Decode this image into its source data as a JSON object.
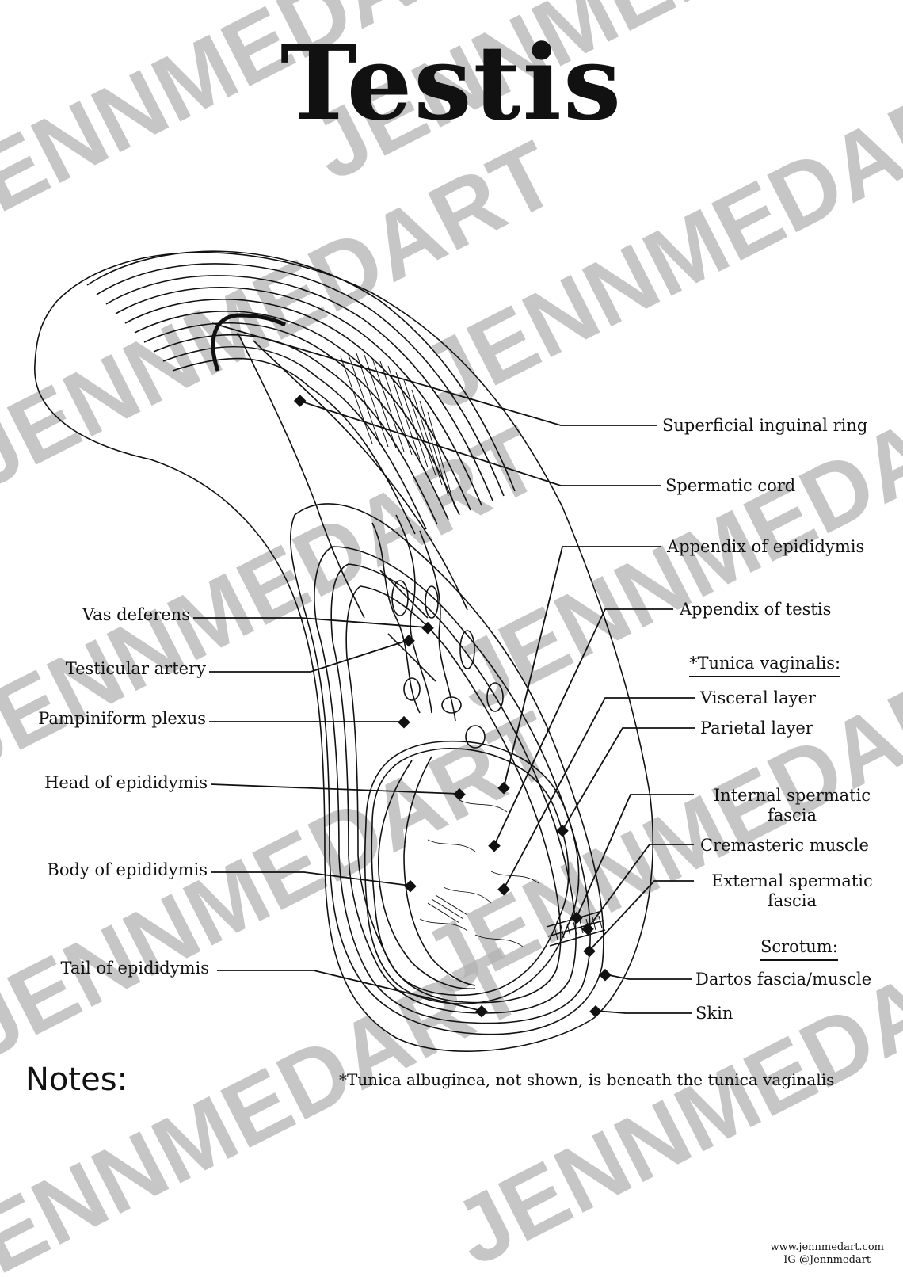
{
  "title": "Testis",
  "labels": {
    "superficial_inguinal_ring": "Superficial inguinal ring",
    "spermatic_cord": "Spermatic cord",
    "appendix_of_epididymis": "Appendix of epididymis",
    "appendix_of_testis": "Appendix of testis",
    "tunica_vaginalis_heading": "*Tunica vaginalis:",
    "visceral_layer": "Visceral layer",
    "parietal_layer": "Parietal layer",
    "internal_spermatic_fascia_1": "Internal spermatic",
    "internal_spermatic_fascia_2": "fascia",
    "cremasteric_muscle": "Cremasteric muscle",
    "external_spermatic_fascia_1": "External spermatic",
    "external_spermatic_fascia_2": "fascia",
    "scrotum_heading": "Scrotum:",
    "dartos": "Dartos fascia/muscle",
    "skin": "Skin",
    "vas_deferens": "Vas deferens",
    "testicular_artery": "Testicular artery",
    "pampiniform_plexus": "Pampiniform plexus",
    "head_of_epididymis": "Head of epididymis",
    "body_of_epididymis": "Body of epididymis",
    "tail_of_epididymis": "Tail of epididymis"
  },
  "notes_label": "Notes:",
  "footnote": "*Tunica albuginea, not shown, is beneath the tunica vaginalis",
  "credit": {
    "website": "www.jennmedart.com",
    "instagram": "IG @Jennmedart"
  },
  "watermark": "JENNMEDART",
  "colors": {
    "ink": "#111111",
    "watermark": "#b3b3b3",
    "background": "#ffffff"
  }
}
